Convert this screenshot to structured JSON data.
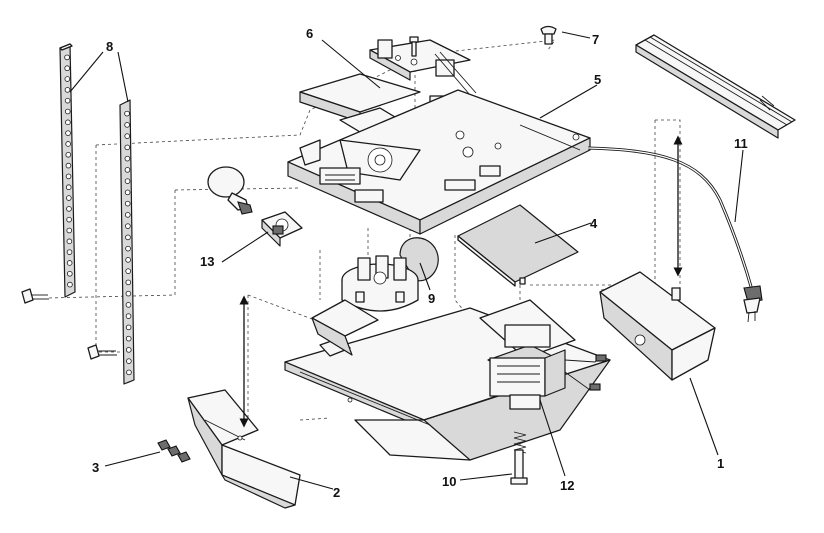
{
  "callouts": {
    "c1": "1",
    "c2": "2",
    "c3": "3",
    "c4": "4",
    "c5": "5",
    "c6": "6",
    "c7": "7",
    "c8": "8",
    "c9": "9",
    "c10": "10",
    "c11": "11",
    "c12": "12",
    "c13": "13"
  },
  "colors": {
    "line": "#1a1a1a",
    "fill": "#f7f7f7",
    "shade": "#d9d9d9",
    "background": "#ffffff"
  }
}
